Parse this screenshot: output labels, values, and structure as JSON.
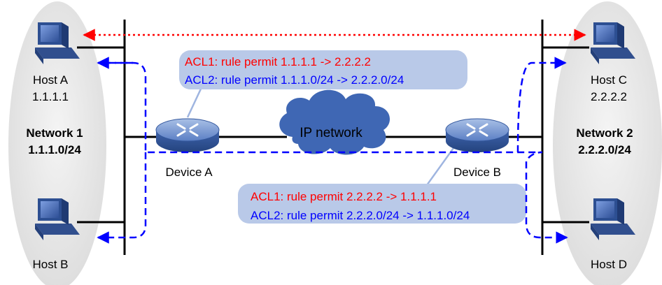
{
  "colors": {
    "acl1": "#ff0000",
    "acl2": "#0000ff",
    "traffic": "#0000ff",
    "host_link": "#ff0000",
    "callout": "#b9c9e8",
    "cloud": "#3f67b4",
    "network": "#e8e8e8"
  },
  "networks": [
    {
      "name": "Network 1",
      "subnet": "1.1.1.0/24"
    },
    {
      "name": "Network 2",
      "subnet": "2.2.2.0/24"
    }
  ],
  "hosts": [
    {
      "name": "Host A",
      "ip": "1.1.1.1"
    },
    {
      "name": "Host B",
      "ip": ""
    },
    {
      "name": "Host C",
      "ip": "2.2.2.2"
    },
    {
      "name": "Host D",
      "ip": ""
    }
  ],
  "devices": [
    {
      "name": "Device A"
    },
    {
      "name": "Device B"
    }
  ],
  "cloud_label": "IP network",
  "callouts": [
    {
      "acl1": "ACL1: rule permit 1.1.1.1 -> 2.2.2.2",
      "acl2": "ACL2: rule permit 1.1.1.0/24 -> 2.2.2.0/24"
    },
    {
      "acl1": "ACL1: rule permit 2.2.2.2 -> 1.1.1.1",
      "acl2": "ACL2: rule permit 2.2.2.0/24 -> 1.1.1.0/24"
    }
  ]
}
